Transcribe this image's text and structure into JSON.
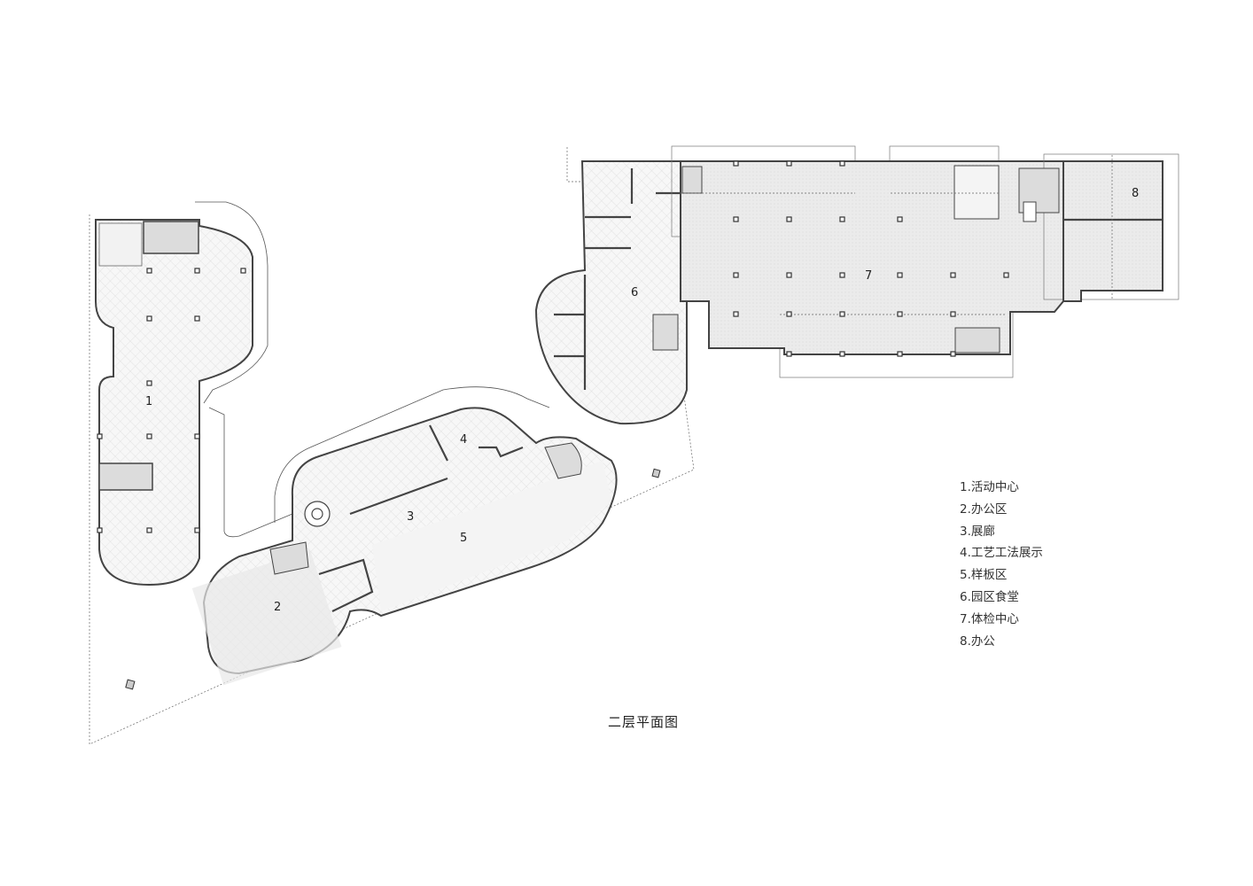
{
  "drawing": {
    "title": "二层平面图",
    "type": "architectural floor plan",
    "level": "second floor"
  },
  "legend": {
    "items": [
      {
        "number": 1,
        "label": "1.活动中心"
      },
      {
        "number": 2,
        "label": "2.办公区"
      },
      {
        "number": 3,
        "label": "3.展廊"
      },
      {
        "number": 4,
        "label": "4.工艺工法展示"
      },
      {
        "number": 5,
        "label": "5.样板区"
      },
      {
        "number": 6,
        "label": "6.园区食堂"
      },
      {
        "number": 7,
        "label": "7.体检中心"
      },
      {
        "number": 8,
        "label": "8.办公"
      }
    ]
  },
  "rooms": [
    {
      "id": "1",
      "label": "1"
    },
    {
      "id": "2",
      "label": "2"
    },
    {
      "id": "3",
      "label": "3"
    },
    {
      "id": "4",
      "label": "4"
    },
    {
      "id": "5",
      "label": "5"
    },
    {
      "id": "6",
      "label": "6"
    },
    {
      "id": "7",
      "label": "7"
    },
    {
      "id": "8",
      "label": "8"
    }
  ],
  "colors": {
    "background": "#ffffff",
    "wall": "#444444",
    "floor_hatch": "#e4e4e4",
    "grey_floor": "#e6e6e6",
    "text": "#222222"
  }
}
